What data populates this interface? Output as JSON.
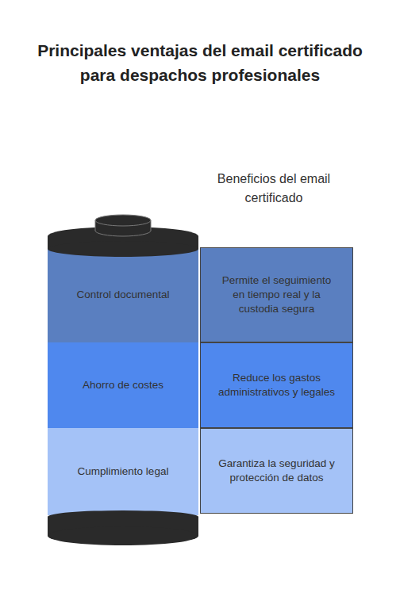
{
  "diagram": {
    "title": "Principales ventajas del email certificado para despachos profesionales",
    "nodes": [
      {
        "text": [
          "Control documental"
        ]
      },
      {
        "text": [
          "Permite el seguimiento en tiempo real y la custodia segura"
        ]
      },
      {
        "text": [
          "Ahorro de costes"
        ]
      },
      {
        "text": [
          "Reduce los gastos administrativos y legales"
        ]
      },
      {
        "text": [
          "Cumplimiento legal"
        ]
      },
      {
        "text": [
          "Garantiza la seguridad y protección de datos"
        ]
      }
    ],
    "labels": [
      "Beneficios del email certificado"
    ]
  }
}
